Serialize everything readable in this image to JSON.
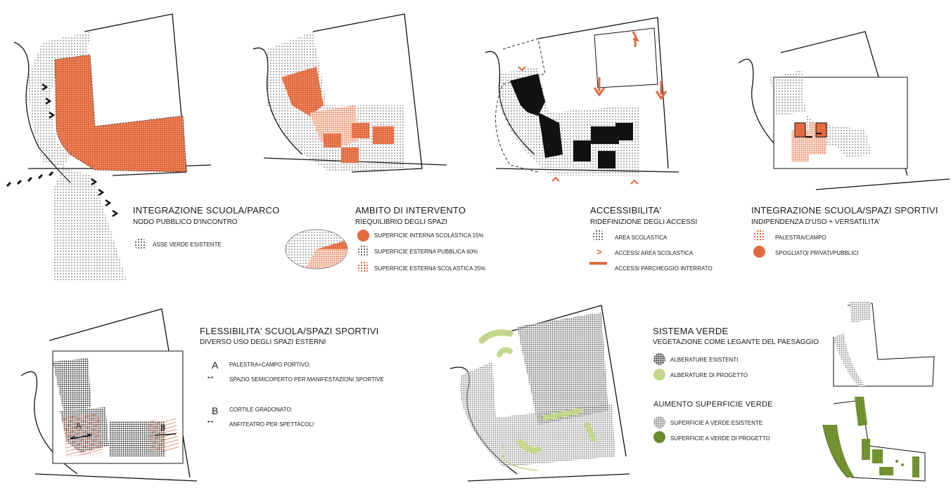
{
  "colors": {
    "orange": "#e36a3e",
    "orange_light": "#f4b39a",
    "green_light": "#c3d88c",
    "green_dark": "#6a8c2a",
    "black": "#111111"
  },
  "p1": {
    "title": "INTEGRAZIONE SCUOLA/PARCO",
    "subtitle": "NODO PUBBLICO D'INCONTRO",
    "legend": [
      "ASSE VERDE ESISTENTE"
    ]
  },
  "p2": {
    "title": "AMBITO DI INTERVENTO",
    "subtitle": "RIEQUILIBRIO DEGLI SPAZI",
    "legend": [
      "SUPERFICIE INTERNA SCOLASTICA 15%",
      "SUPERFICIE ESTERNA PUBBLICA 60%",
      "SUPERFICIE ESTERNA SCOLASTICA 25%"
    ]
  },
  "p3": {
    "title": "ACCESSIBILITA'",
    "subtitle": "RIDEFINIZIONE DEGLI ACCESSI",
    "legend": [
      "AREA SCOLASTICA",
      "ACCESSI AREA SCOLASTICA",
      "ACCESSI PARCHEGGIO INTERRATO"
    ]
  },
  "p4": {
    "title": "INTEGRAZIONE SCUOLA/SPAZI SPORTIVI",
    "subtitle": "INDIPENDENZA D'USO + VERSATILITA'",
    "legend": [
      "PALESTRA/CAMPO",
      "SPOGLIATOI PRIVATI/PUBBLICI"
    ]
  },
  "p5": {
    "title": "FLESSIBILITA' SCUOLA/SPAZI SPORTIVI",
    "subtitle": "DIVERSO USO DEGLI SPAZI ESTERNI",
    "a_letter": "A",
    "a_line1": "PALESTRA+CAMPO PORTIVO:",
    "a_line2": "SPAZIO SEMICOPERTO PER MANIFESTAZIONI SPORTIVE",
    "b_letter": "B",
    "b_line1": "CORTILE GRADONATO:",
    "b_line2": "ANFITEATRO PER SPETTACOLI"
  },
  "p6": {
    "title": "SISTEMA VERDE",
    "subtitle": "VEGETAZIONE COME LEGANTE DEL PAESAGGIO",
    "legend": [
      "ALBERATURE ESISTENTI",
      "ALBERATURE DI PROGETTO"
    ],
    "title2": "AUMENTO SUPERFICIE VERDE",
    "legend2": [
      "SUPERFICIE A VERDE ESISTENTE",
      "SUPERFICIE A VERDE DI PROGETTO"
    ]
  }
}
